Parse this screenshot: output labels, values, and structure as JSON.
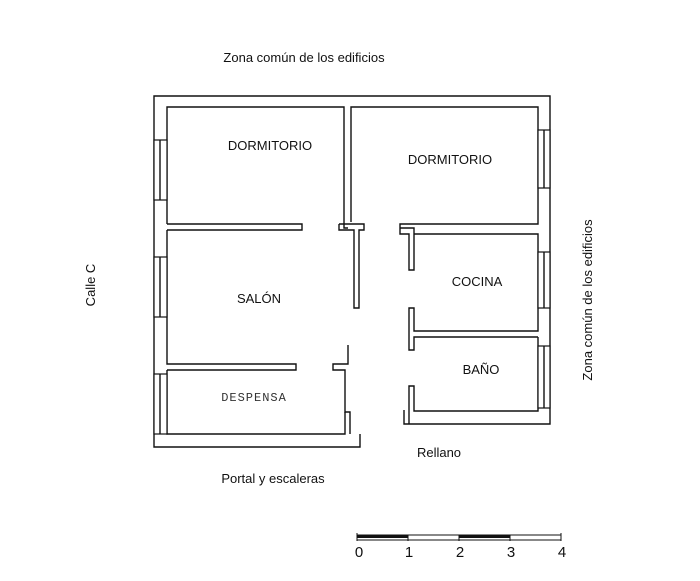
{
  "labels": {
    "top_zone": "Zona común de los edificios",
    "right_zone": "Zona común de los edificios",
    "street": "Calle C",
    "portal": "Portal y escaleras",
    "landing": "Rellano"
  },
  "rooms": {
    "dormitorio_left": "DORMITORIO",
    "dormitorio_right": "DORMITORIO",
    "salon": "SALÓN",
    "cocina": "COCINA",
    "bano": "BAÑO",
    "despensa": "DESPENSA"
  },
  "scale_bar": {
    "ticks": [
      "0",
      "1",
      "2",
      "3",
      "4"
    ]
  }
}
